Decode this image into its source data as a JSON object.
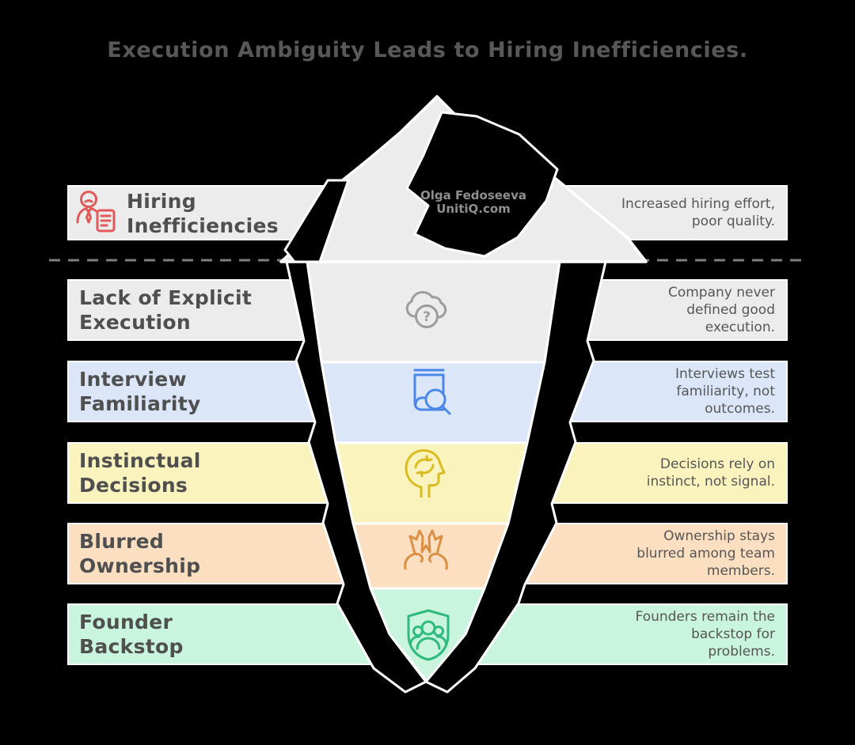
{
  "title": "Execution Ambiguity Leads to Hiring Inefficiencies.",
  "watermark": {
    "line1": "Olga Fedoseeva",
    "line2": "UnitiQ.com"
  },
  "rows": [
    {
      "label_line1": "Hiring",
      "label_line2": "Inefficiencies",
      "description": "Increased hiring effort, poor quality.",
      "band_color": "#ececec",
      "icon": "person-document-icon",
      "icon_color": "#e25959",
      "zone": "above-waterline"
    },
    {
      "label_line1": "Lack of Explicit",
      "label_line2": "Execution",
      "description": "Company never defined good execution.",
      "band_color": "#ececec",
      "icon": "cloud-question-icon",
      "icon_color": "#9c9c9c",
      "icon_glyph": "?",
      "zone": "below-waterline"
    },
    {
      "label_line1": "Interview",
      "label_line2": "Familiarity",
      "description": "Interviews test familiarity, not outcomes.",
      "band_color": "#dbe7f9",
      "icon": "book-search-icon",
      "icon_color": "#4b87e8",
      "zone": "below-waterline"
    },
    {
      "label_line1": "Instinctual",
      "label_line2": "Decisions",
      "description": "Decisions rely on instinct, not signal.",
      "band_color": "#fbf3be",
      "icon": "head-cycle-icon",
      "icon_color": "#d9bd20",
      "zone": "below-waterline"
    },
    {
      "label_line1": "Blurred",
      "label_line2": "Ownership",
      "description": "Ownership stays blurred among team members.",
      "band_color": "#fcdfc0",
      "icon": "hands-torn-icon",
      "icon_color": "#dd8f45",
      "zone": "below-waterline"
    },
    {
      "label_line1": "Founder",
      "label_line2": "Backstop",
      "description": "Founders remain the backstop for problems.",
      "band_color": "#c9f4dd",
      "icon": "shield-team-icon",
      "icon_color": "#2fba7e",
      "zone": "below-waterline"
    }
  ],
  "colors": {
    "background": "#000000",
    "iceberg": "#ececec",
    "outline": "#ffffff",
    "title_text": "#585858",
    "label_text": "#4f4f4f",
    "description_text": "#565656",
    "watermark_text": "#8f8f8f",
    "waterline": "#7d7d7d"
  }
}
